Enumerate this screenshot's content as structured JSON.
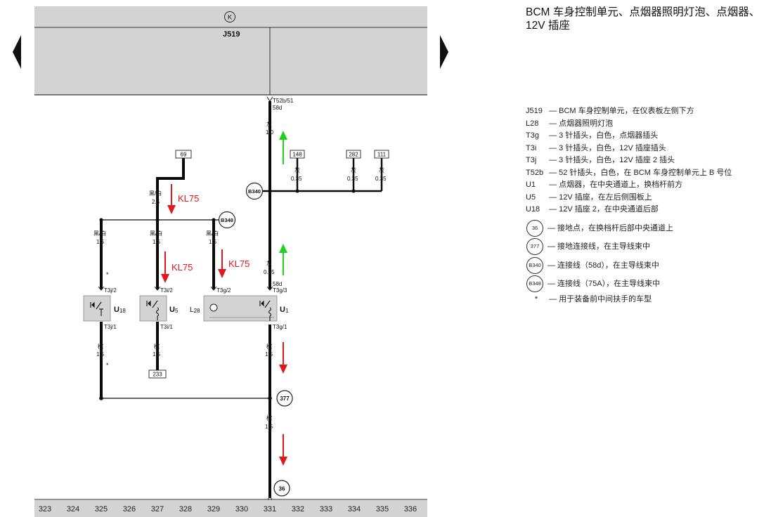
{
  "title": "BCM 车身控制单元、点烟器照明灯泡、点烟器、12V 插座",
  "unit": {
    "id": "J519",
    "symbol": "K"
  },
  "connectors": {
    "t52b": "T52b/51",
    "t52b_term": "58d",
    "t3j2": "T3j/2",
    "t3j1": "T3j/1",
    "t3i2": "T3i/2",
    "t3i1": "T3i/1",
    "t3g2": "T3g/2",
    "t3g3": "T3g/3",
    "t3g1": "T3g/1",
    "t3g3_term": "58d"
  },
  "components": {
    "u18": "U18",
    "u5": "U5",
    "l28": "L28",
    "u1": "U1"
  },
  "wires": {
    "main_top": {
      "color": "灰",
      "size": "1.0"
    },
    "w148": {
      "color": "灰",
      "size": "0.35"
    },
    "w282": {
      "color": "灰",
      "size": "0.35"
    },
    "w111": {
      "color": "灰",
      "size": "0.35"
    },
    "w69": {
      "color": "黑/白",
      "size": "2.5"
    },
    "u18_top": {
      "color": "黑/白",
      "size": "1.5"
    },
    "u5_top": {
      "color": "黑/白",
      "size": "1.5"
    },
    "l28_top": {
      "color": "黑/白",
      "size": "1.5"
    },
    "u1_top": {
      "color": "灰",
      "size": "0.35"
    },
    "u18_bot": {
      "color": "棕",
      "size": "1.5"
    },
    "u5_bot": {
      "color": "棕",
      "size": "1.5"
    },
    "u1_bot": {
      "color": "棕",
      "size": "1.5"
    },
    "main_bot": {
      "color": "棕",
      "size": "1.5"
    }
  },
  "refs": {
    "r69": "69",
    "r148": "148",
    "r282": "282",
    "r111": "111",
    "r233": "233"
  },
  "points": {
    "b340": "B340",
    "b348": "B348",
    "p377": "377",
    "p36": "36"
  },
  "annotations": {
    "kl75": "KL75",
    "star": "*"
  },
  "colors": {
    "panel": "#d3d3d3",
    "arrow_green": "#1ed21e",
    "arrow_red": "#e01a1a",
    "wire": "#0a0a0a"
  },
  "track_numbers": [
    "323",
    "324",
    "325",
    "326",
    "327",
    "328",
    "329",
    "330",
    "331",
    "332",
    "333",
    "334",
    "335",
    "336"
  ],
  "legend": [
    {
      "code": "J519",
      "text": "— BCM 车身控制单元，在仪表板左侧下方"
    },
    {
      "code": "L28",
      "text": "— 点烟器照明灯泡"
    },
    {
      "code": "T3g",
      "text": "— 3 针插头，白色，点烟器插头"
    },
    {
      "code": "T3i",
      "text": "— 3 针插头，白色，12V 插座插头"
    },
    {
      "code": "T3j",
      "text": "— 3 针插头，白色，12V 插座 2 插头"
    },
    {
      "code": "T52b",
      "text": "— 52 针插头，白色，在 BCM 车身控制单元上 B 号位"
    },
    {
      "code": "U1",
      "text": "— 点烟器，在中央通道上，换档杆前方"
    },
    {
      "code": "U5",
      "text": "— 12V 插座，在左后侧围板上"
    },
    {
      "code": "U18",
      "text": "— 12V 插座 2，在中央通道后部"
    }
  ],
  "legend_points": [
    {
      "label": "36",
      "text": "— 接地点，在换档杆后部中央通道上"
    },
    {
      "label": "377",
      "text": "— 接地连接线，在主导线束中"
    },
    {
      "label": "B340",
      "text": "— 连接线（58d），在主导线束中"
    },
    {
      "label": "B348",
      "text": "— 连接线（75A），在主导线束中"
    }
  ],
  "legend_note": {
    "symbol": "*",
    "text": "— 用于装备前中间扶手的车型"
  }
}
